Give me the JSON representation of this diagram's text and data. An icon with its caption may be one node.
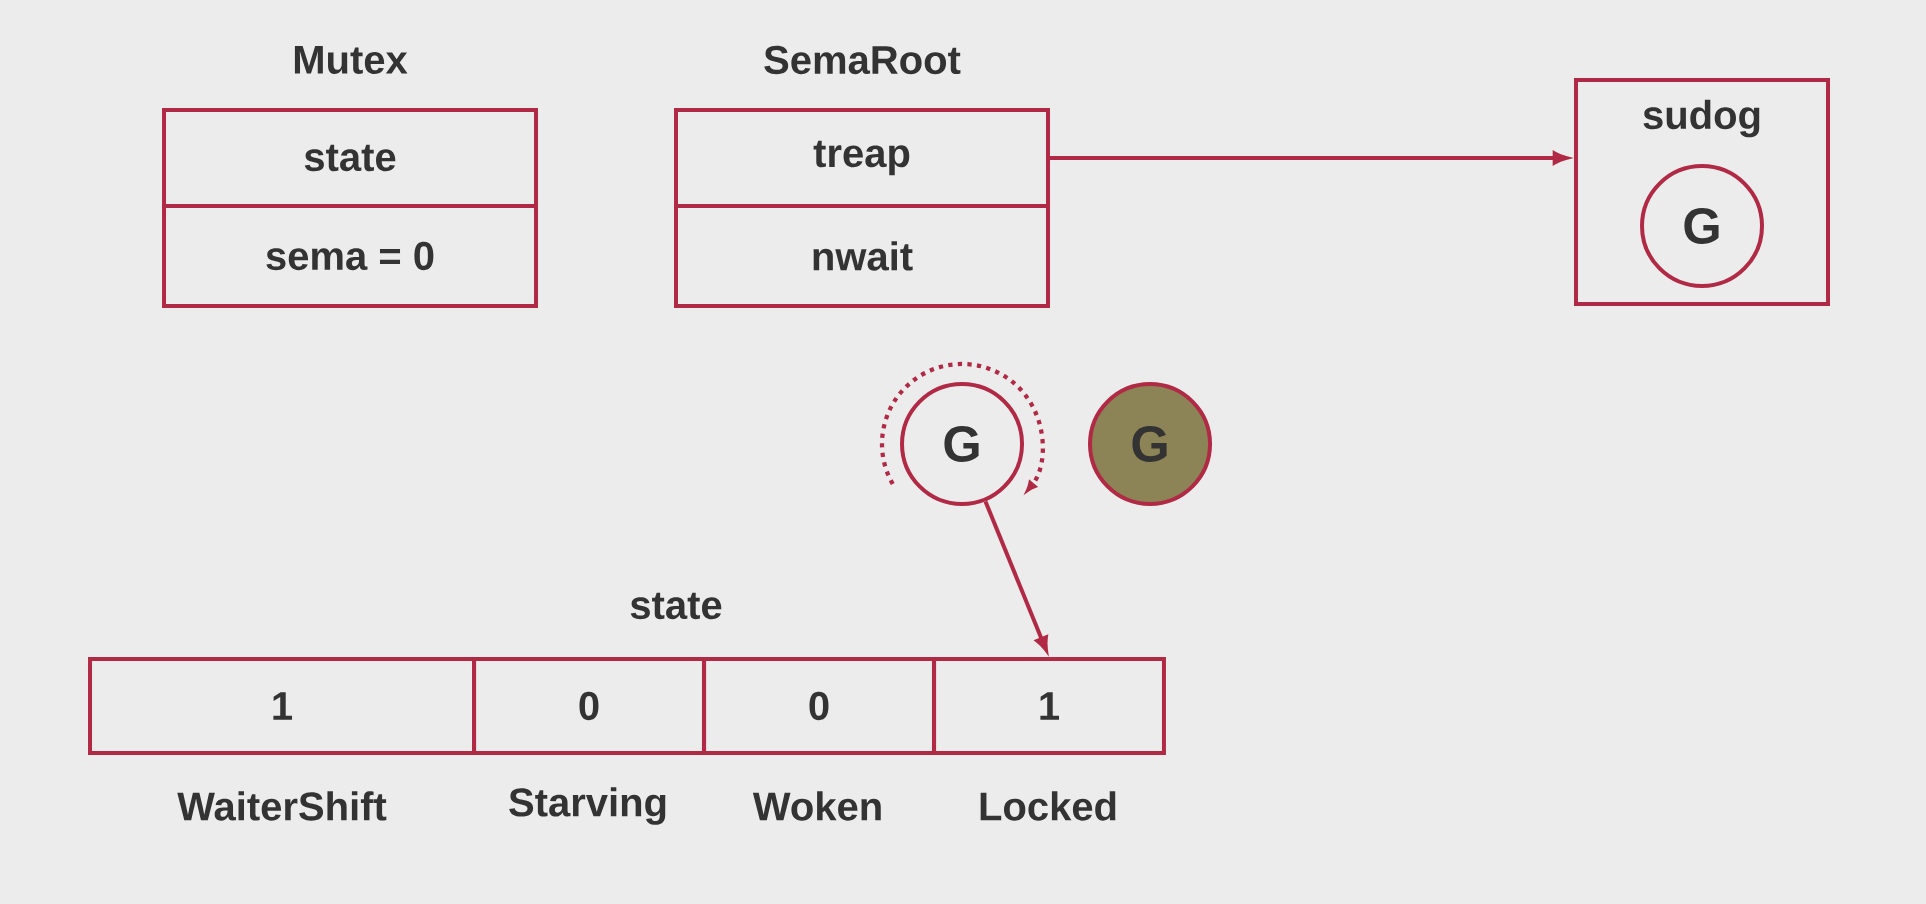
{
  "diagram": {
    "nodes": [
      {
        "text": [
          "state"
        ]
      },
      {
        "text": [
          "sema = 0"
        ]
      },
      {
        "text": [
          "treap"
        ]
      },
      {
        "text": [
          "nwait"
        ]
      },
      {
        "text": [
          "sudog"
        ]
      },
      {
        "text": [
          "G"
        ],
        "in": 4
      },
      {
        "text": [
          "G"
        ]
      },
      {
        "text": [
          "G"
        ]
      },
      {
        "text": [
          "1"
        ]
      },
      {
        "text": [
          "0"
        ]
      },
      {
        "text": [
          "0"
        ]
      },
      {
        "text": [
          "1"
        ]
      }
    ],
    "edges": [
      {
        "from": 2,
        "to": 4,
        "arrow": "to"
      },
      {
        "from": 6,
        "to": 11,
        "arrow": "to"
      }
    ],
    "labels": [
      "Mutex",
      "SemaRoot",
      "state",
      "WaiterShift",
      "Starving",
      "Woken",
      "Locked"
    ]
  }
}
